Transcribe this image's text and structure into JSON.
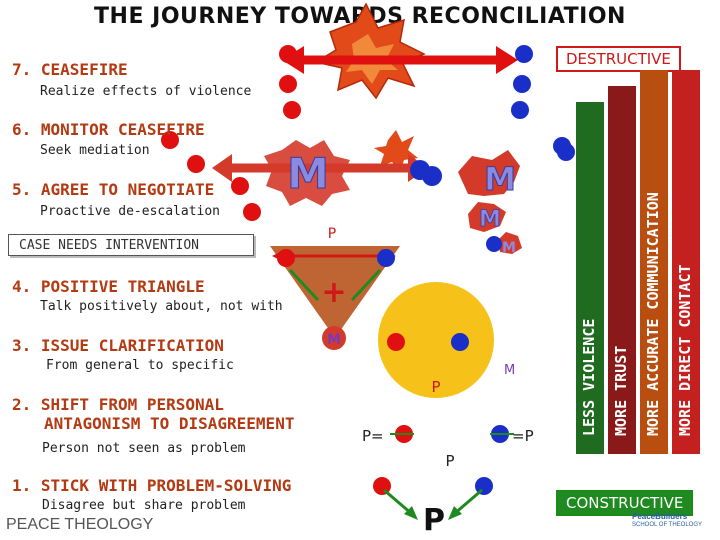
{
  "title": "THE JOURNEY TOWARDS RECONCILIATION",
  "steps": [
    {
      "label": "7. CEASEFIRE",
      "sub": "Realize effects of violence"
    },
    {
      "label": "6. MONITOR CEASEFIRE",
      "sub": "Seek mediation"
    },
    {
      "label": "5. AGREE TO NEGOTIATE",
      "sub": "Proactive de-escalation"
    },
    {
      "label": "4. POSITIVE TRIANGLE",
      "sub": "Talk positively about, not with"
    },
    {
      "label": "3. ISSUE CLARIFICATION",
      "sub": "From general to specific"
    },
    {
      "label": "2. SHIFT FROM PERSONAL",
      "sub": "Person not seen as problem",
      "label2": "ANTAGONISM TO DISAGREEMENT"
    },
    {
      "label": "1. STICK WITH PROBLEM-SOLVING",
      "sub": "Disagree but share problem"
    }
  ],
  "case_label": "CASE NEEDS INTERVENTION",
  "destructive_label": "DESTRUCTIVE",
  "constructive_label": "CONSTRUCTIVE",
  "bars": [
    {
      "label": "LESS VIOLENCE",
      "color": "#1f6b1f"
    },
    {
      "label": "MORE TRUST",
      "color": "#8a1a1a"
    },
    {
      "label": "MORE ACCURATE COMMUNICATION",
      "color": "#b84e10"
    },
    {
      "label": "MORE DIRECT CONTACT",
      "color": "#c42020"
    }
  ],
  "diagram_labels": {
    "m": "M",
    "p": "P",
    "plus": "+",
    "p_eq": "P=",
    "eq_p": "=P"
  },
  "footer": "PEACE THEOLOGY",
  "logo_text": "PeaceBuilders",
  "logo_sub": "SCHOOL OF THEOLOGY",
  "colors": {
    "red": "#e01010",
    "blue": "#1a2ec8",
    "step": "#b33a12",
    "explosion": "#e24a1a",
    "mediator": "#d43a2a",
    "yellow": "#f6c21a",
    "triangle": "#b8541e"
  }
}
